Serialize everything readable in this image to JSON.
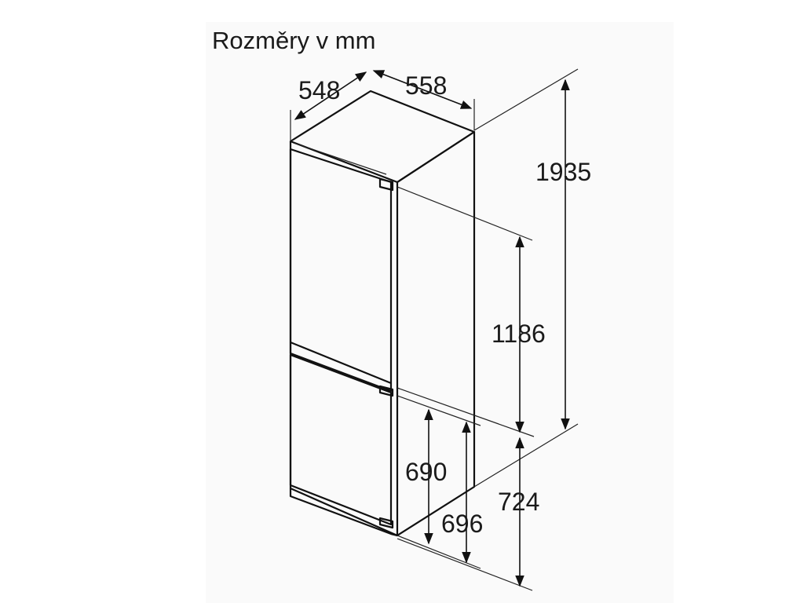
{
  "title": "Rozměry v mm",
  "dimensions": {
    "depth": "548",
    "width": "558",
    "total_height": "1935",
    "upper_section": "1186",
    "lower_section": "724",
    "lower_door": "690",
    "lower_door_alt": "696"
  }
}
